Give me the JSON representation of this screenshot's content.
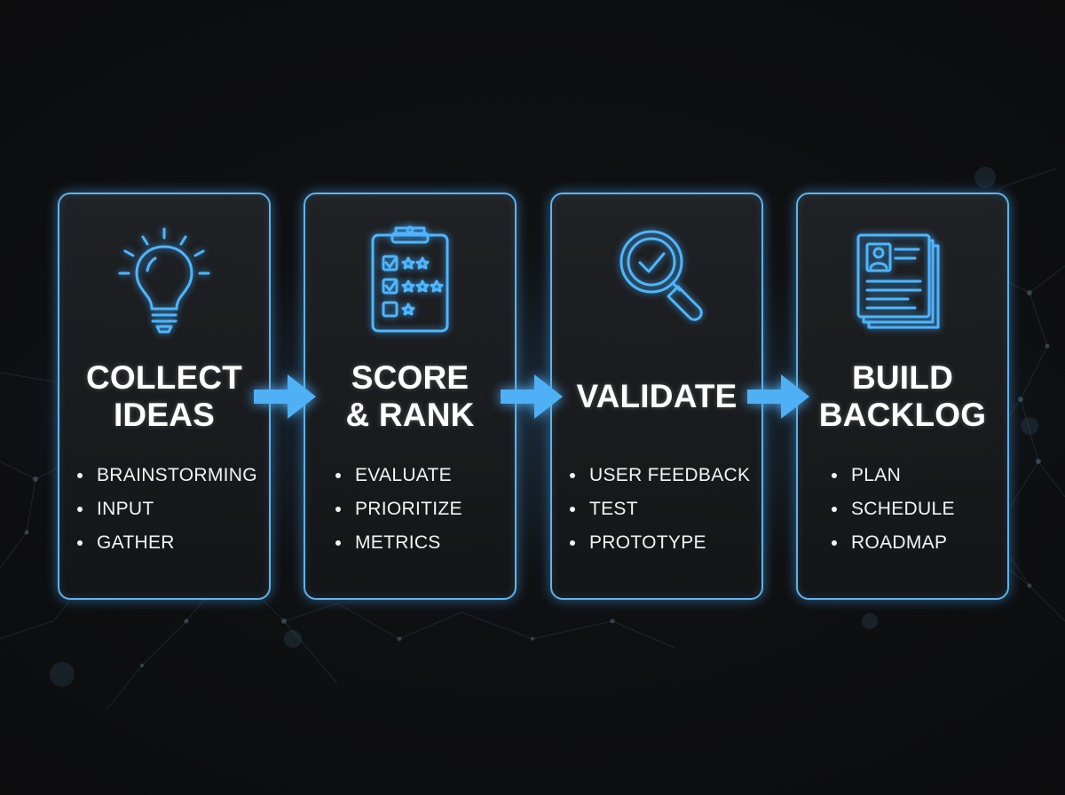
{
  "steps": [
    {
      "title_line1": "COLLECT",
      "title_line2": "IDEAS",
      "icon": "lightbulb-icon",
      "bullets": [
        "BRAINSTORMING",
        "INPUT",
        "GATHER"
      ]
    },
    {
      "title_line1": "SCORE",
      "title_line2": "& RANK",
      "icon": "clipboard-checklist-icon",
      "bullets": [
        "EVALUATE",
        "PRIORITIZE",
        "METRICS"
      ]
    },
    {
      "title_line1": "VALIDATE",
      "title_line2": "",
      "icon": "magnifier-check-icon",
      "bullets": [
        "USER FEEDBACK",
        "TEST",
        "PROTOTYPE"
      ]
    },
    {
      "title_line1": "BUILD",
      "title_line2": "BACKLOG",
      "icon": "document-stack-icon",
      "bullets": [
        "PLAN",
        "SCHEDULE",
        "ROADMAP"
      ]
    }
  ],
  "colors": {
    "accent": "#5fb2ea",
    "arrow": "#4fb0f5",
    "background": "#0c0d0f",
    "text": "#ffffff"
  }
}
